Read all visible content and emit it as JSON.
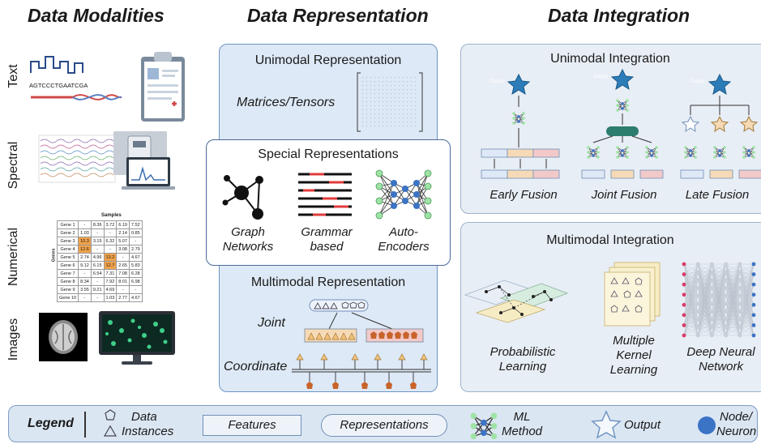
{
  "titles": {
    "modalities": "Data Modalities",
    "representation": "Data Representation",
    "integration": "Data Integration"
  },
  "modalities": {
    "text": "Text",
    "spectral": "Spectral",
    "numerical": "Numerical",
    "images": "Images",
    "dna_sequence": "AGTCCCTGAATCGA"
  },
  "numerical_table": {
    "title": "Samples",
    "axis": "Genes",
    "rows": [
      [
        "Gene 1",
        "-",
        "8.36",
        "3.72",
        "6.19",
        "7.52"
      ],
      [
        "Gene 2",
        "1.03",
        "-",
        "-",
        "2.14",
        "0.85"
      ],
      [
        "Gene 3",
        "10.3",
        "3.15",
        "6.32",
        "5.07",
        "-"
      ],
      [
        "Gene 4",
        "12.6",
        "-",
        "-",
        "3.08",
        "2.79"
      ],
      [
        "Gene 5",
        "2.74",
        "4.96",
        "13.2",
        "-",
        "4.67"
      ],
      [
        "Gene 6",
        "9.12",
        "6.15",
        "12.7",
        "2.65",
        "5.83"
      ],
      [
        "Gene 7",
        "-",
        "6.54",
        "7.31",
        "7.08",
        "6.28"
      ],
      [
        "Gene 8",
        "8.34",
        "-",
        "7.92",
        "8.01",
        "6.98"
      ],
      [
        "Gene 9",
        "3.55",
        "9.21",
        "4.69",
        "-",
        "-"
      ],
      [
        "Gene 10",
        "-",
        "-",
        "1.03",
        "2.77",
        "4.67"
      ]
    ]
  },
  "representation": {
    "unimodal_title": "Unimodal Representation",
    "matrices": "Matrices/Tensors",
    "special_title": "Special Representations",
    "graph_1": "Graph",
    "graph_2": "Networks",
    "grammar_1": "Grammar",
    "grammar_2": "based",
    "auto_1": "Auto-",
    "auto_2": "Encoders",
    "multimodal_title": "Multimodal Representation",
    "joint": "Joint",
    "coordinate": "Coordinate"
  },
  "integration": {
    "unimodal_title": "Unimodal Integration",
    "output": "Output",
    "early": "Early Fusion",
    "joint": "Joint Fusion",
    "late": "Late Fusion",
    "multimodal_title": "Multimodal Integration",
    "prob_1": "Probabilistic",
    "prob_2": "Learning",
    "mkl_1": "Multiple",
    "mkl_2": "Kernel",
    "mkl_3": "Learning",
    "dnn_1": "Deep Neural",
    "dnn_2": "Network"
  },
  "legend": {
    "label": "Legend",
    "data_1": "Data",
    "data_2": "Instances",
    "features": "Features",
    "representations": "Representations",
    "ml_1": "ML",
    "ml_2": "Method",
    "output": "Output",
    "node_1": "Node/",
    "node_2": "Neuron"
  },
  "colors": {
    "panel": "#dde9f6",
    "panel_border": "#6f95c4",
    "star": "#2c7cb8",
    "peach": "#f6d9b5",
    "pink": "#f2c9c9",
    "blue_feature": "#dfe8f6",
    "teal": "#2d7d6e",
    "red_bar": "#e23b3b",
    "orange_pent": "#c8642a",
    "neuron_blue": "#3b73c5",
    "neuron_green": "#9fe3a6",
    "neuron_red": "#d93b6a"
  }
}
